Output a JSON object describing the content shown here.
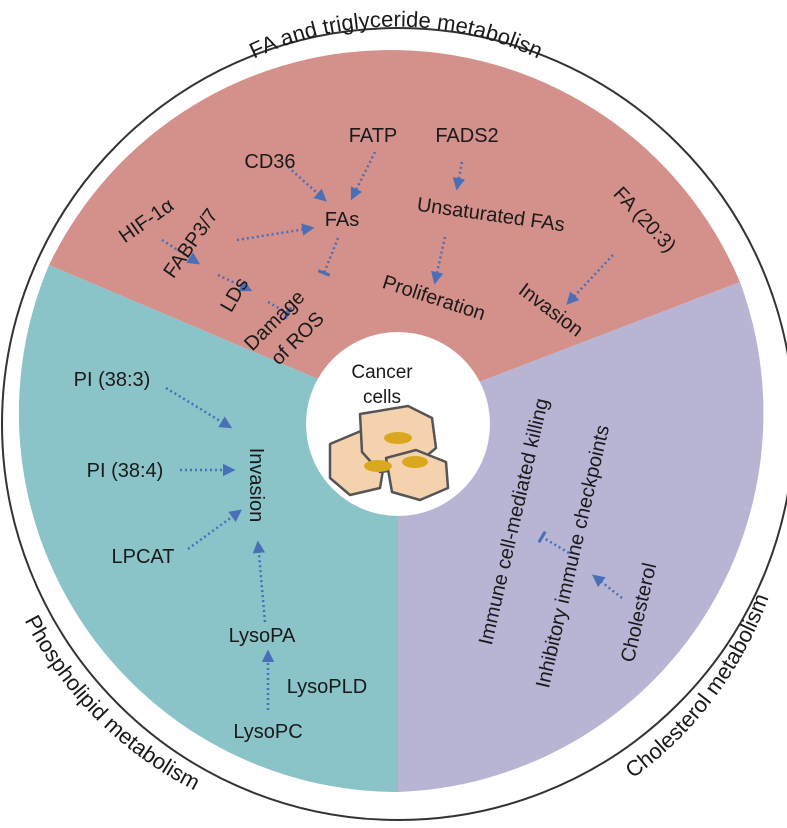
{
  "colors": {
    "fa_sector": "#D4908A",
    "phospholipid_sector": "#8AC3C8",
    "cholesterol_sector": "#B8B4D3",
    "outer_ring": "#f2f2f2",
    "outline": "#333333",
    "arrow": "#4A6FB8",
    "cell_fill": "#F5D2AE",
    "cell_border": "#555555",
    "nucleus": "#D9A81E"
  },
  "ring_titles": {
    "fa": "FA and triglyceride metabolisn",
    "phospholipid": "Phospholipid metabolism",
    "cholesterol": "Cholesterol metabolism"
  },
  "center": {
    "line1": "Cancer",
    "line2": "cells"
  },
  "fa_sector": {
    "hif": "HIF-1α",
    "fabp": "FABP3/7",
    "cd36": "CD36",
    "fatp": "FATP",
    "fads2": "FADS2",
    "fas": "FAs",
    "unsaturated": "Unsaturated FAs",
    "fa203": "FA (20:3)",
    "lds": "LDs",
    "damage1": "Damage",
    "damage2": "of ROS",
    "proliferation": "Proliferation",
    "invasion": "Invasion"
  },
  "phospholipid_sector": {
    "pi383": "PI (38:3)",
    "pi384": "PI (38:4)",
    "lpcat": "LPCAT",
    "invasion": "Invasion",
    "lysopa": "LysoPA",
    "lysopld": "LysoPLD",
    "lysopc": "LysoPC"
  },
  "cholesterol_sector": {
    "immune_killing": "Immune cell-mediated killing",
    "checkpoints": "Inhibitory immune checkpoints",
    "cholesterol": "Cholesterol"
  }
}
